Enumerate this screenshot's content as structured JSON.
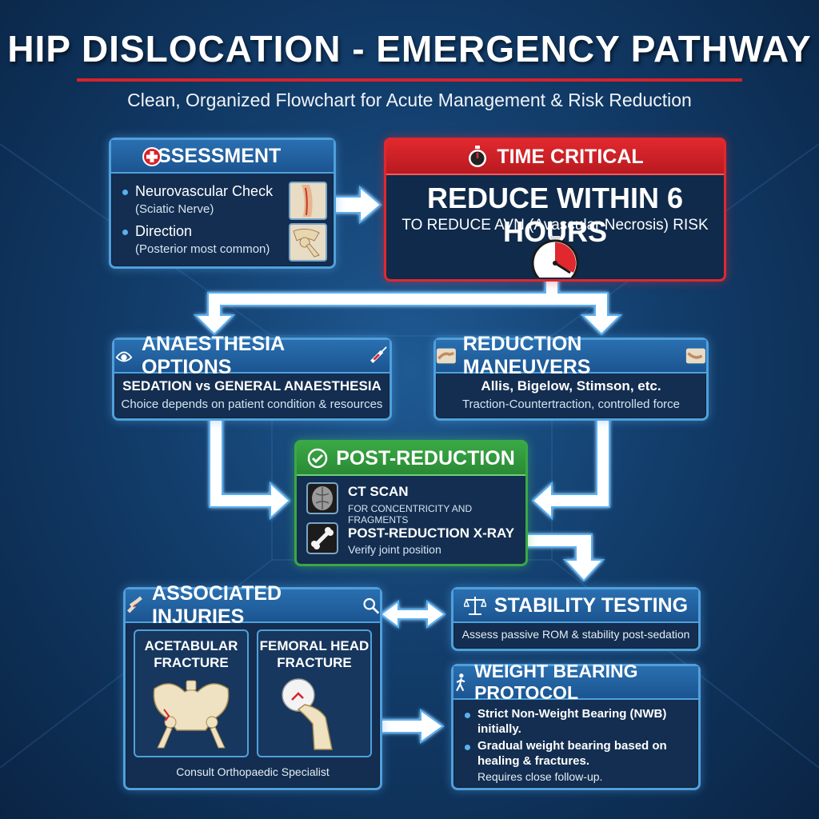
{
  "title": "HIP DISLOCATION - EMERGENCY PATHWAY",
  "subtitle": "Clean, Organized Flowchart for Acute Management & Risk Reduction",
  "assessment": {
    "header": "ASSESSMENT",
    "item1_title": "Neurovascular Check",
    "item1_sub": "(Sciatic Nerve)",
    "item2_title": "Direction",
    "item2_sub": "(Posterior most common)"
  },
  "time_critical": {
    "header": "TIME CRITICAL",
    "headline": "REDUCE WITHIN 6 HOURS",
    "subline": "TO REDUCE AVN (Avascular Necrosis) RISK"
  },
  "anaesthesia": {
    "header": "ANAESTHESIA OPTIONS",
    "line1": "SEDATION vs GENERAL ANAESTHESIA",
    "line2": "Choice depends on patient condition & resources"
  },
  "reduction": {
    "header": "REDUCTION MANEUVERS",
    "line1": "Allis, Bigelow, Stimson, etc.",
    "line2": "Traction-Countertraction, controlled force"
  },
  "post_reduction": {
    "header": "POST-REDUCTION",
    "item1_title": "CT SCAN",
    "item1_sub": "FOR CONCENTRICITY AND FRAGMENTS",
    "item2_title": "POST-REDUCTION X-RAY",
    "item2_sub": "Verify joint position"
  },
  "associated": {
    "header": "ASSOCIATED INJURIES",
    "card1": "ACETABULAR FRACTURE",
    "card2": "FEMORAL HEAD FRACTURE",
    "footer": "Consult Orthopaedic Specialist"
  },
  "stability": {
    "header": "STABILITY TESTING",
    "line1": "Assess passive ROM & stability post-sedation"
  },
  "weight_bearing": {
    "header": "WEIGHT BEARING PROTOCOL",
    "bullet1": "Strict Non-Weight Bearing (NWB) initially.",
    "bullet2": "Gradual weight bearing based on healing & fractures.",
    "note": "Requires close follow-up."
  },
  "colors": {
    "accent_blue": "#4fa0dc",
    "critical_red": "#d8232a",
    "success_green": "#3aa845",
    "box_bg": "#132e50"
  },
  "icons": [
    "medical-cross-icon",
    "stopwatch-icon",
    "clock-icon",
    "mask-icon",
    "syringe-icon",
    "hands-icon",
    "check-icon",
    "brain-scan-icon",
    "bone-icon",
    "fracture-icon",
    "magnifier-icon",
    "scales-icon",
    "walking-person-icon"
  ]
}
